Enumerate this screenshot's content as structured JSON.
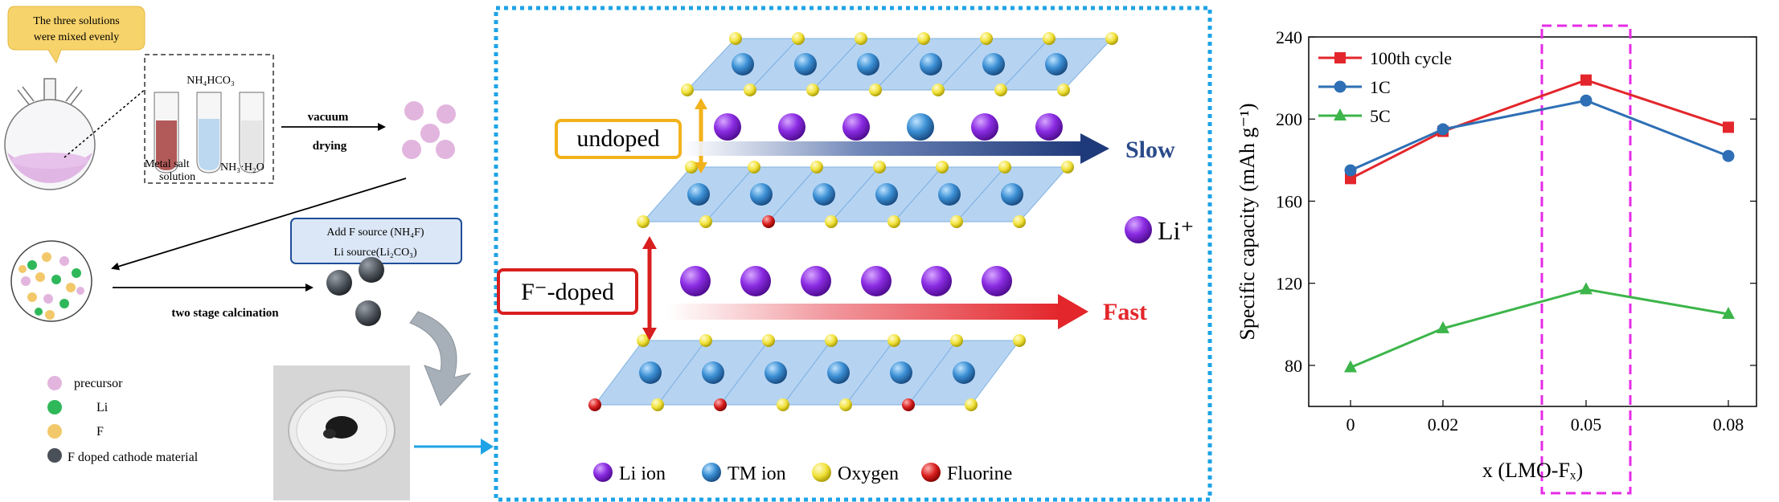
{
  "left_panel": {
    "bubble_text_line1": "The three solutions",
    "bubble_text_line2": "were mixed evenly",
    "tube1_label": "NH₄HCO₃",
    "tube2_label_line1": "Metal salt",
    "tube2_label_line2": "solution",
    "tube3_label": "NH₃·H₂O",
    "step_vacuum": "vacuum",
    "step_drying": "drying",
    "add_f_source": "Add F source  (NH₄F)",
    "li_source": "Li source(Li₂CO₃)",
    "two_stage": "two stage calcination",
    "legend": [
      {
        "label": "precursor",
        "color": "#e2b5de"
      },
      {
        "label": "Li",
        "color": "#2fb85a"
      },
      {
        "label": "F",
        "color": "#f2c86a"
      },
      {
        "label": "F  doped cathode material",
        "color": "#4a5058"
      }
    ],
    "colors": {
      "bubble": "#f7d36b",
      "box_border": "#1f4e9a",
      "arrow_blue": "#1ea3e6"
    }
  },
  "middle_panel": {
    "undoped_label": "undoped",
    "fdoped_label": "F⁻-doped",
    "slow_label": "Slow",
    "fast_label": "Fast",
    "li_legend": "Li⁺",
    "legend_items": [
      {
        "label": "Li ion",
        "color": "#8a2be2"
      },
      {
        "label": "TM ion",
        "color": "#3b8fd4"
      },
      {
        "label": "Oxygen",
        "color": "#f1e23a"
      },
      {
        "label": "Fluorine",
        "color": "#d81e1e"
      }
    ],
    "colors": {
      "frame": "#1ea3e6",
      "slab": "#a9cdf0",
      "undoped_box": "#f2b21b",
      "fdoped_box": "#d81e1e",
      "slow_arrow": "#1f3a7a",
      "fast_arrow": "#e3262b"
    }
  },
  "chart_data": {
    "type": "line",
    "categories": [
      "0",
      "0.02",
      "0.05",
      "0.08"
    ],
    "x": [
      0,
      0.02,
      0.05,
      0.08
    ],
    "series": [
      {
        "name": "100th cycle",
        "values": [
          171,
          194,
          219,
          196
        ],
        "color": "#e3262b",
        "marker": "square"
      },
      {
        "name": "1C",
        "values": [
          175,
          195,
          209,
          182
        ],
        "color": "#2e6fb5",
        "marker": "circle"
      },
      {
        "name": "5C",
        "values": [
          79,
          98,
          117,
          105
        ],
        "color": "#3cb54a",
        "marker": "triangle"
      }
    ],
    "ylabel": "Specific capacity (mAh g⁻¹)",
    "xlabel": "x (LMO-Fₓ)",
    "ylim": [
      60,
      240
    ],
    "yticks": [
      80,
      120,
      160,
      200,
      240
    ],
    "legend_position": "top-left",
    "highlight": {
      "category": "0.05",
      "color": "#e62be6"
    }
  }
}
